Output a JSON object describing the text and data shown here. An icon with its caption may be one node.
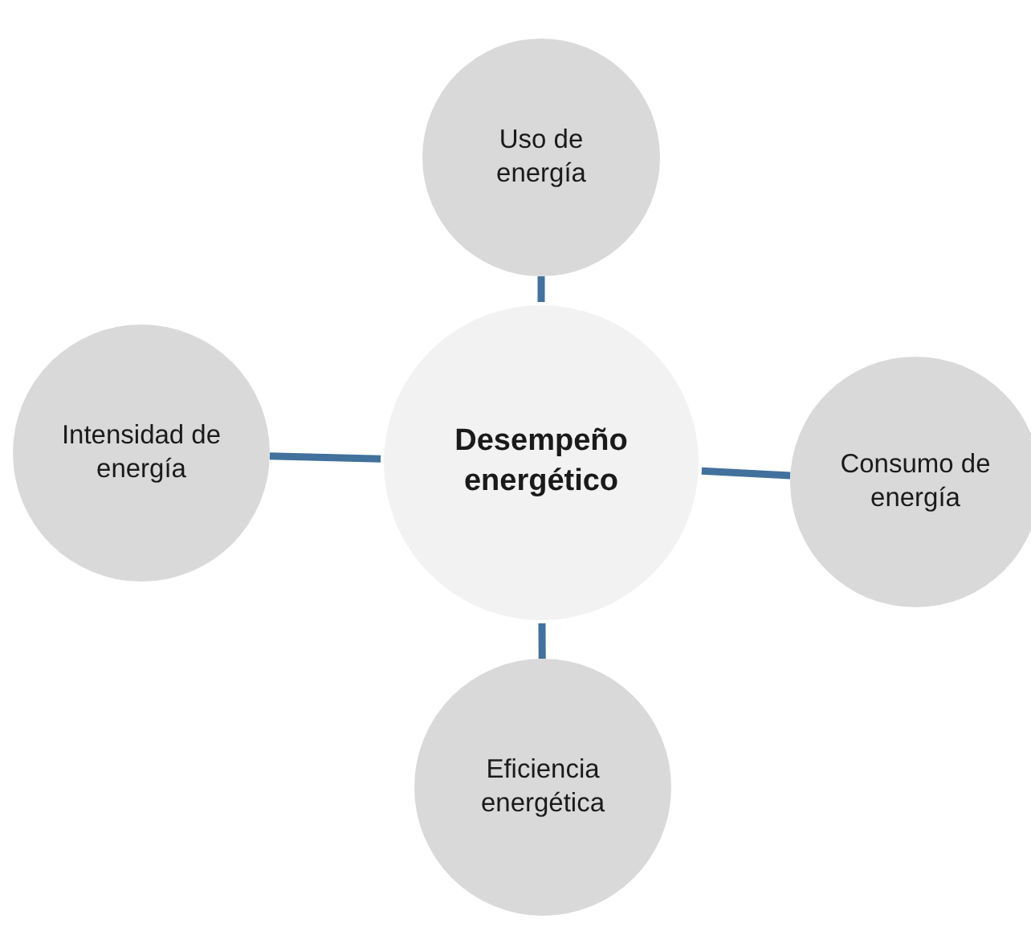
{
  "diagram": {
    "nodes": [
      {
        "text": [
          "Desempeño energético"
        ]
      },
      {
        "text": [
          "Uso de energía"
        ]
      },
      {
        "text": [
          "Intensidad de energía"
        ]
      },
      {
        "text": [
          "Consumo de energía"
        ]
      },
      {
        "text": [
          "Eficiencia energética"
        ]
      }
    ],
    "edges": [
      {
        "from": 1,
        "to": 0,
        "arrow": "none"
      },
      {
        "from": 2,
        "to": 0,
        "arrow": "none"
      },
      {
        "from": 0,
        "to": 3,
        "arrow": "none"
      },
      {
        "from": 0,
        "to": 4,
        "arrow": "none"
      }
    ]
  }
}
